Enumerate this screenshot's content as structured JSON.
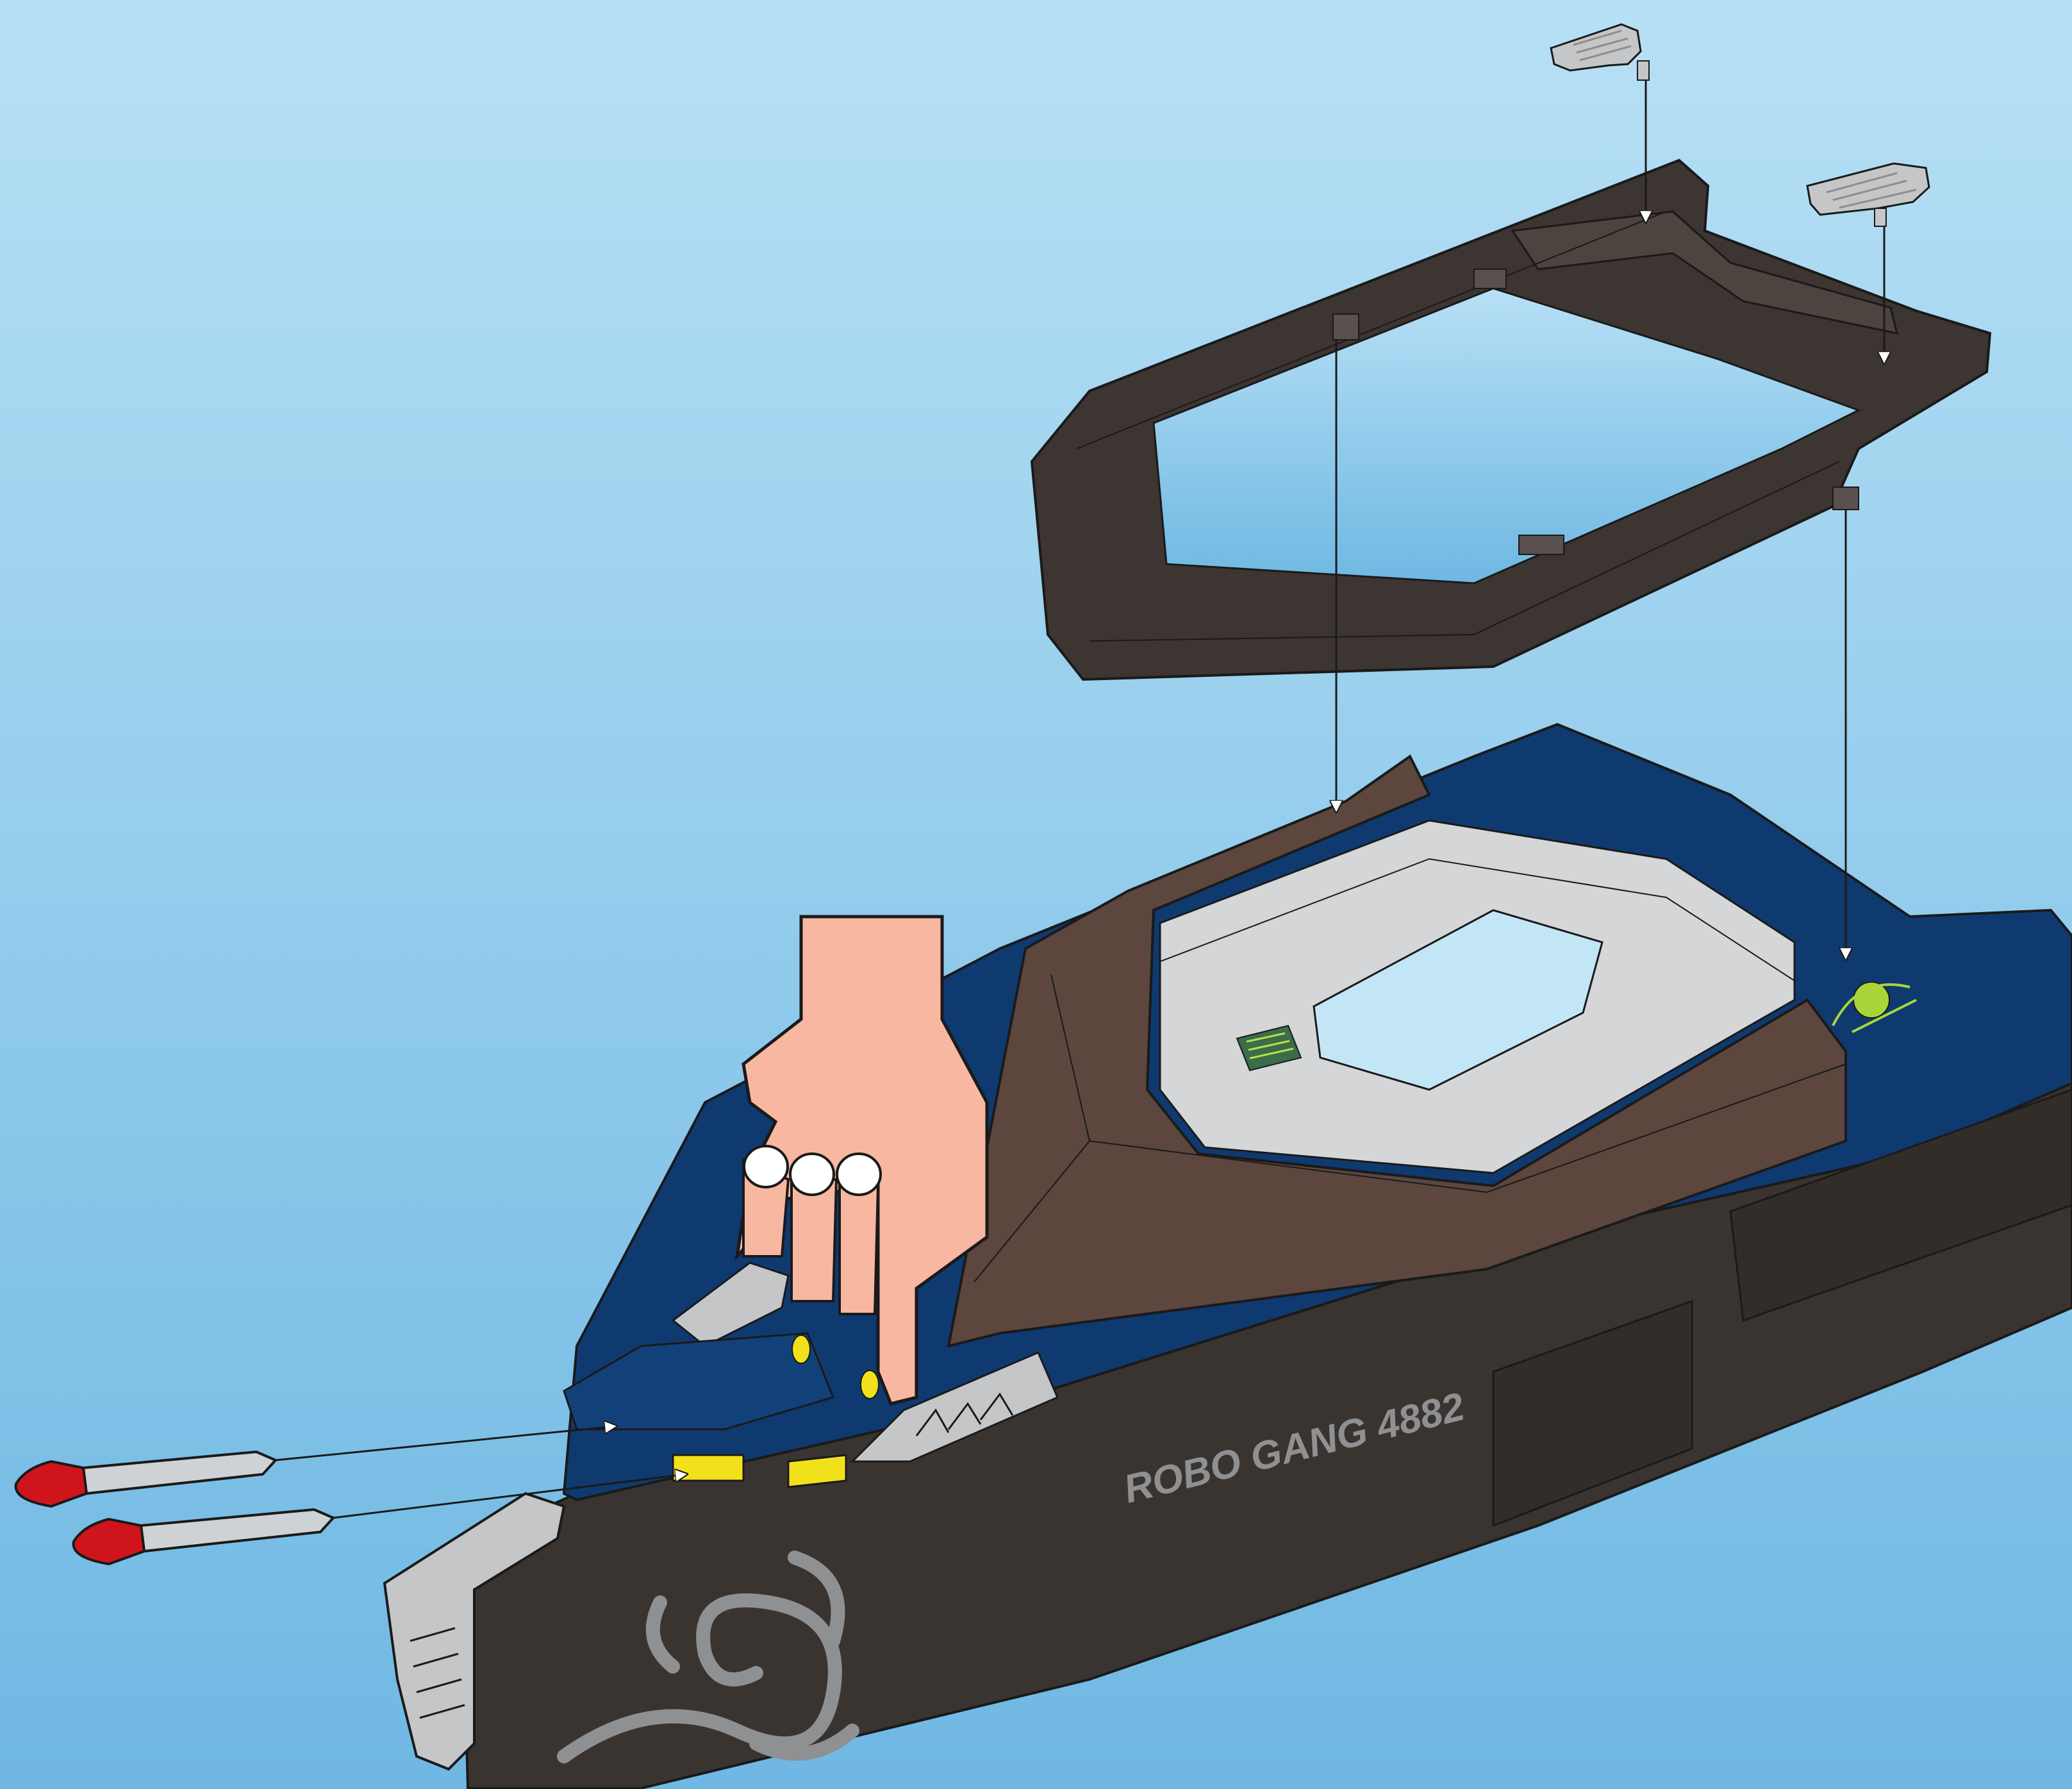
{
  "scene": {
    "hull_text": "ROBO GANG 4882",
    "background": {
      "top": "#b7e0f5",
      "bottom": "#6fb8e3"
    },
    "colors": {
      "hull_dark": "#3a3431",
      "deck_blue": "#0f3a70",
      "cabin_brown": "#5c463d",
      "frame_dark": "#3d3532",
      "clip_grey": "#c4c6c8",
      "interior_grey": "#d4d6d8",
      "screen_blue": "#c3e6f7",
      "hand_skin": "#f8b7a1",
      "missile_tip": "#d0141c",
      "missile_body": "#cfd2d4",
      "spring_yellow": "#f2e11a",
      "decal_grey": "#8f9092",
      "logo_green": "#a8d63a",
      "outline": "#1a1a1a"
    },
    "parts": [
      {
        "name": "rail-frame",
        "icon": "rail-frame-icon"
      },
      {
        "name": "clip-left",
        "icon": "clip-icon"
      },
      {
        "name": "clip-right",
        "icon": "clip-icon"
      },
      {
        "name": "boat-hull",
        "icon": "boat-hull-icon"
      },
      {
        "name": "hand",
        "icon": "pressing-hand-icon"
      },
      {
        "name": "missile-upper",
        "icon": "missile-icon"
      },
      {
        "name": "missile-lower",
        "icon": "missile-icon"
      }
    ],
    "arrows": [
      {
        "name": "arrow-clip-left-down",
        "icon": "arrow-down-icon"
      },
      {
        "name": "arrow-clip-right-down",
        "icon": "arrow-down-icon"
      },
      {
        "name": "arrow-frame-left-down",
        "icon": "arrow-down-icon"
      },
      {
        "name": "arrow-frame-right-down",
        "icon": "arrow-down-icon"
      },
      {
        "name": "arrow-missile-upper-in",
        "icon": "arrow-right-icon"
      },
      {
        "name": "arrow-missile-lower-in",
        "icon": "arrow-right-icon"
      }
    ]
  }
}
